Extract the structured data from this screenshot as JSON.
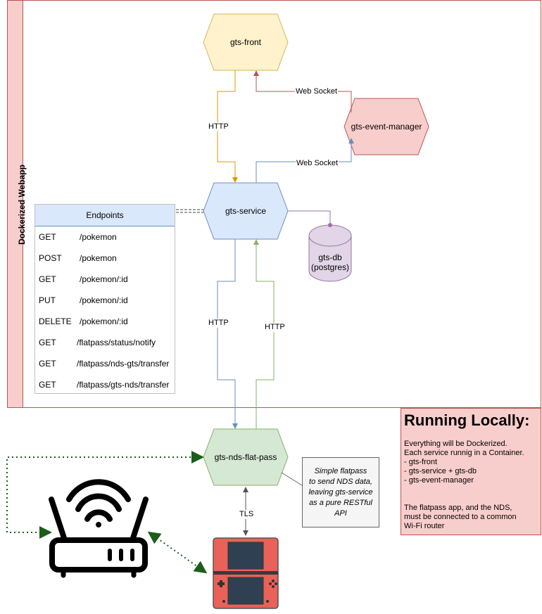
{
  "container": {
    "title": "Dockerized Webapp"
  },
  "nodes": {
    "gts_front": {
      "label": "gts-front",
      "fill": "#fff2cc",
      "stroke": "#d6b656"
    },
    "gts_event_manager": {
      "label": "gts-event-manager",
      "fill": "#f8cecc",
      "stroke": "#b85450"
    },
    "gts_service": {
      "label": "gts-service",
      "fill": "#dae8fc",
      "stroke": "#6c8ebf"
    },
    "gts_db": {
      "label_line1": "gts-db",
      "label_line2": "(postgres)",
      "fill": "#e1d5e7",
      "stroke": "#9673a6"
    },
    "gts_nds_flat_pass": {
      "label": "gts-nds-flat-pass",
      "fill": "#d5e8d4",
      "stroke": "#82b366"
    }
  },
  "endpoints": {
    "title": "Endpoints",
    "rows": [
      {
        "method": "GET",
        "path": "/pokemon"
      },
      {
        "method": "POST",
        "path": "/pokemon"
      },
      {
        "method": "GET",
        "path": "/pokemon/:id"
      },
      {
        "method": "PUT",
        "path": "/pokemon/:id"
      },
      {
        "method": "DELETE",
        "path": "/pokemon/:id"
      },
      {
        "method": "GET",
        "path": "/flatpass/status/notify"
      },
      {
        "method": "GET",
        "path": "/flatpass/nds-gts/transfer"
      },
      {
        "method": "GET",
        "path": "/flatpass/gts-nds/transfer"
      }
    ]
  },
  "edges": {
    "front_service_http": "HTTP",
    "event_front_ws": "Web Socket",
    "service_event_ws": "Web Socket",
    "service_flatpass_http": "HTTP",
    "flatpass_service_http": "HTTP",
    "flatpass_nds_tls": "TLS"
  },
  "note": {
    "line1": "Simple flatpass",
    "line2": "to send NDS data,",
    "line3": "leaving gts-service",
    "line4": "as a pure RESTful",
    "line5": "API"
  },
  "running_locally": {
    "title": "Running Locally:",
    "body": "Everything will be Dockerized.\nEach service runnig in a Container.\n - gts-front\n - gts-service + gts-db\n - gts-event-manager\n\n\nThe flatpass app, and the NDS,\nmust be connected to a common\nWi-Fi router"
  },
  "icons": {
    "router": "wifi-router-icon",
    "nds": "nintendo-ds-icon"
  },
  "colors": {
    "http_front": "#d79b00",
    "ws_front": "#b85450",
    "ws_service": "#6c8ebf",
    "http_down": "#6c8ebf",
    "http_up": "#82b366",
    "wifi_link": "#1a5e1a",
    "nds_body": "#e96158"
  }
}
